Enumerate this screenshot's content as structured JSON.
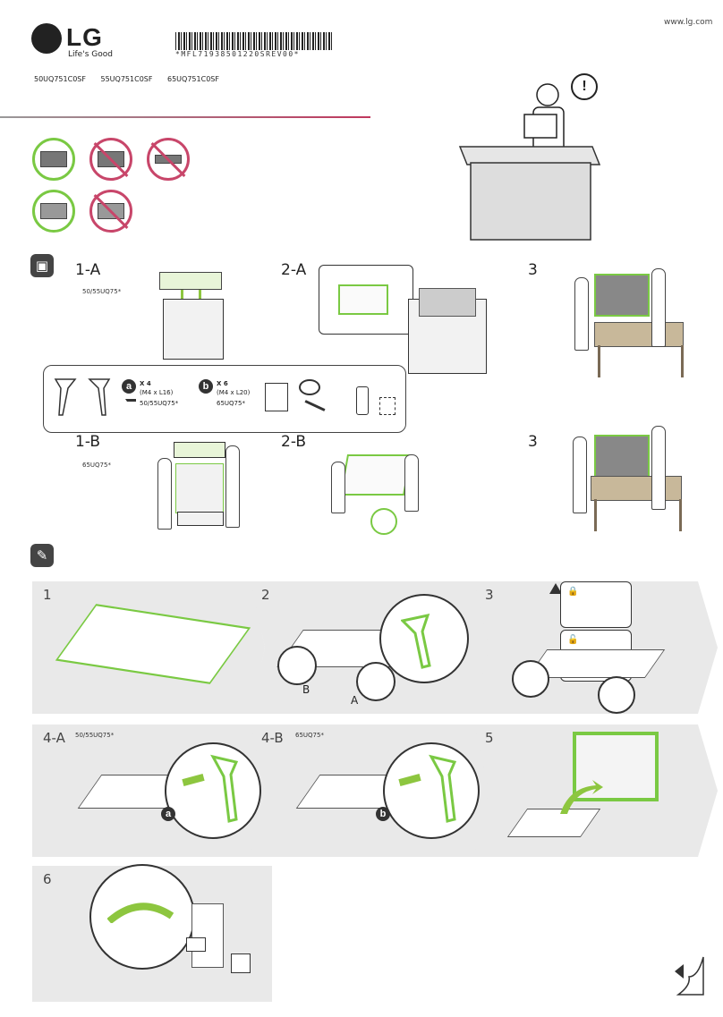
{
  "header": {
    "brand": "LG",
    "tagline": "Life's Good",
    "url": "www.lg.com",
    "barcode_text": "*MFL71938501220SREV00*",
    "models": "50UQ751C0SF 55UQ751C0SF 65UQ751C0SF"
  },
  "warning": {
    "mark": "!"
  },
  "section_unpack": {
    "steps": [
      {
        "label": "1-A",
        "sub": "50/55UQ75*"
      },
      {
        "label": "2-A",
        "sub": ""
      },
      {
        "label": "3",
        "sub": ""
      },
      {
        "label": "1-B",
        "sub": "65UQ75*"
      },
      {
        "label": "2-B",
        "sub": ""
      },
      {
        "label": "3",
        "sub": ""
      }
    ]
  },
  "parts": {
    "a": {
      "letter": "a",
      "qty": "X 4",
      "spec": "(M4 x L16)",
      "models": "50/55UQ75*"
    },
    "b": {
      "letter": "b",
      "qty": "X 6",
      "spec": "(M4 x L20)",
      "models": "65UQ75*"
    }
  },
  "assembly": {
    "panels": [
      {
        "num": "1",
        "sub": ""
      },
      {
        "num": "2",
        "sub": ""
      },
      {
        "num": "3",
        "sub": ""
      },
      {
        "num": "4-A",
        "sub": "50/55UQ75*"
      },
      {
        "num": "4-B",
        "sub": "65UQ75*"
      },
      {
        "num": "5",
        "sub": ""
      },
      {
        "num": "6",
        "sub": ""
      }
    ],
    "labels": {
      "b": "B",
      "a": "A",
      "a_small": "a",
      "b_small": "b"
    }
  }
}
